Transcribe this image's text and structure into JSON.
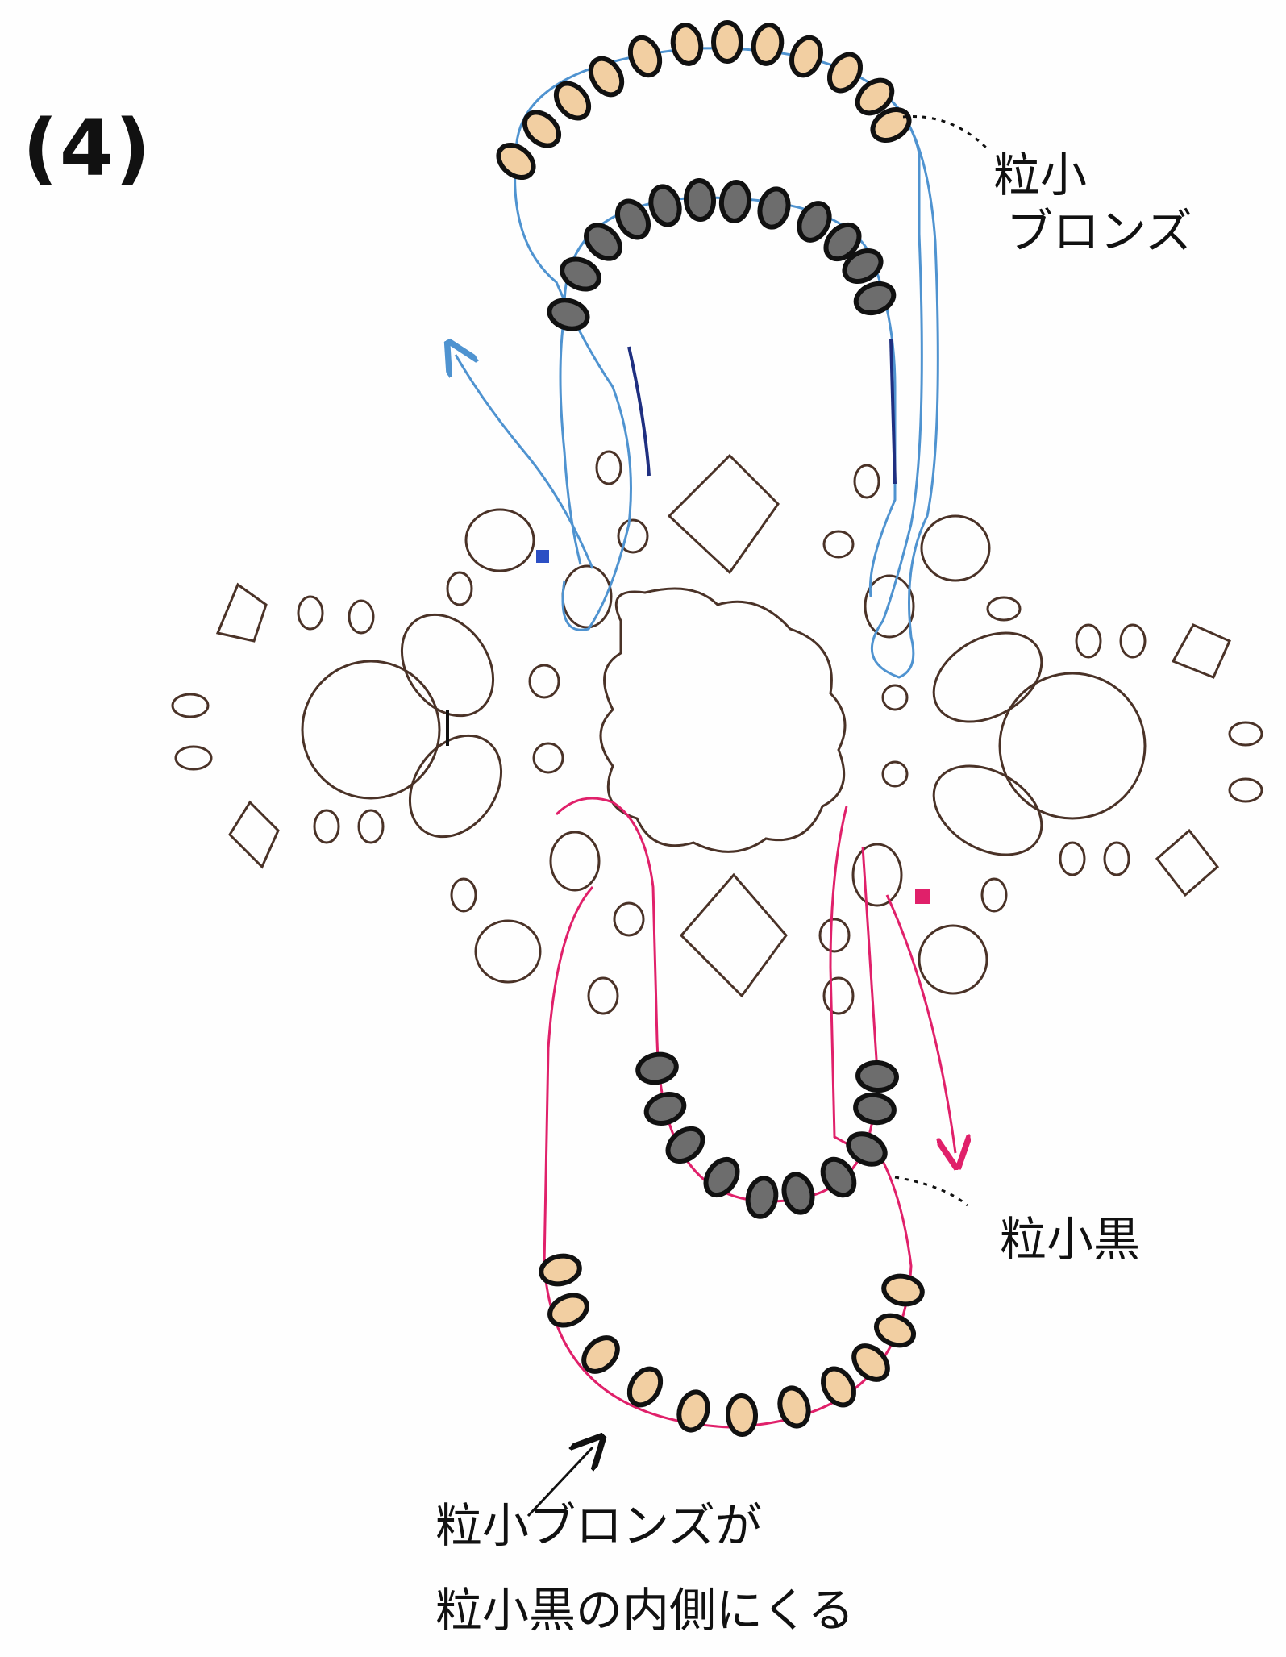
{
  "step": {
    "label": "(4)"
  },
  "labels": {
    "bronze_line1": "粒小",
    "bronze_line2": "ブロンズ",
    "black": "粒小黒"
  },
  "caption": {
    "line1": "粒小ブロンズが",
    "line2": "粒小黒の内側にくる"
  },
  "colors": {
    "blue_thread": "#4f93d0",
    "navy_thread": "#1f2f80",
    "pink_thread": "#e0206a",
    "bronze_bead_fill": "#f2cfa2",
    "black_bead_fill": "#6d6d6d",
    "outline": "#4a3227"
  }
}
